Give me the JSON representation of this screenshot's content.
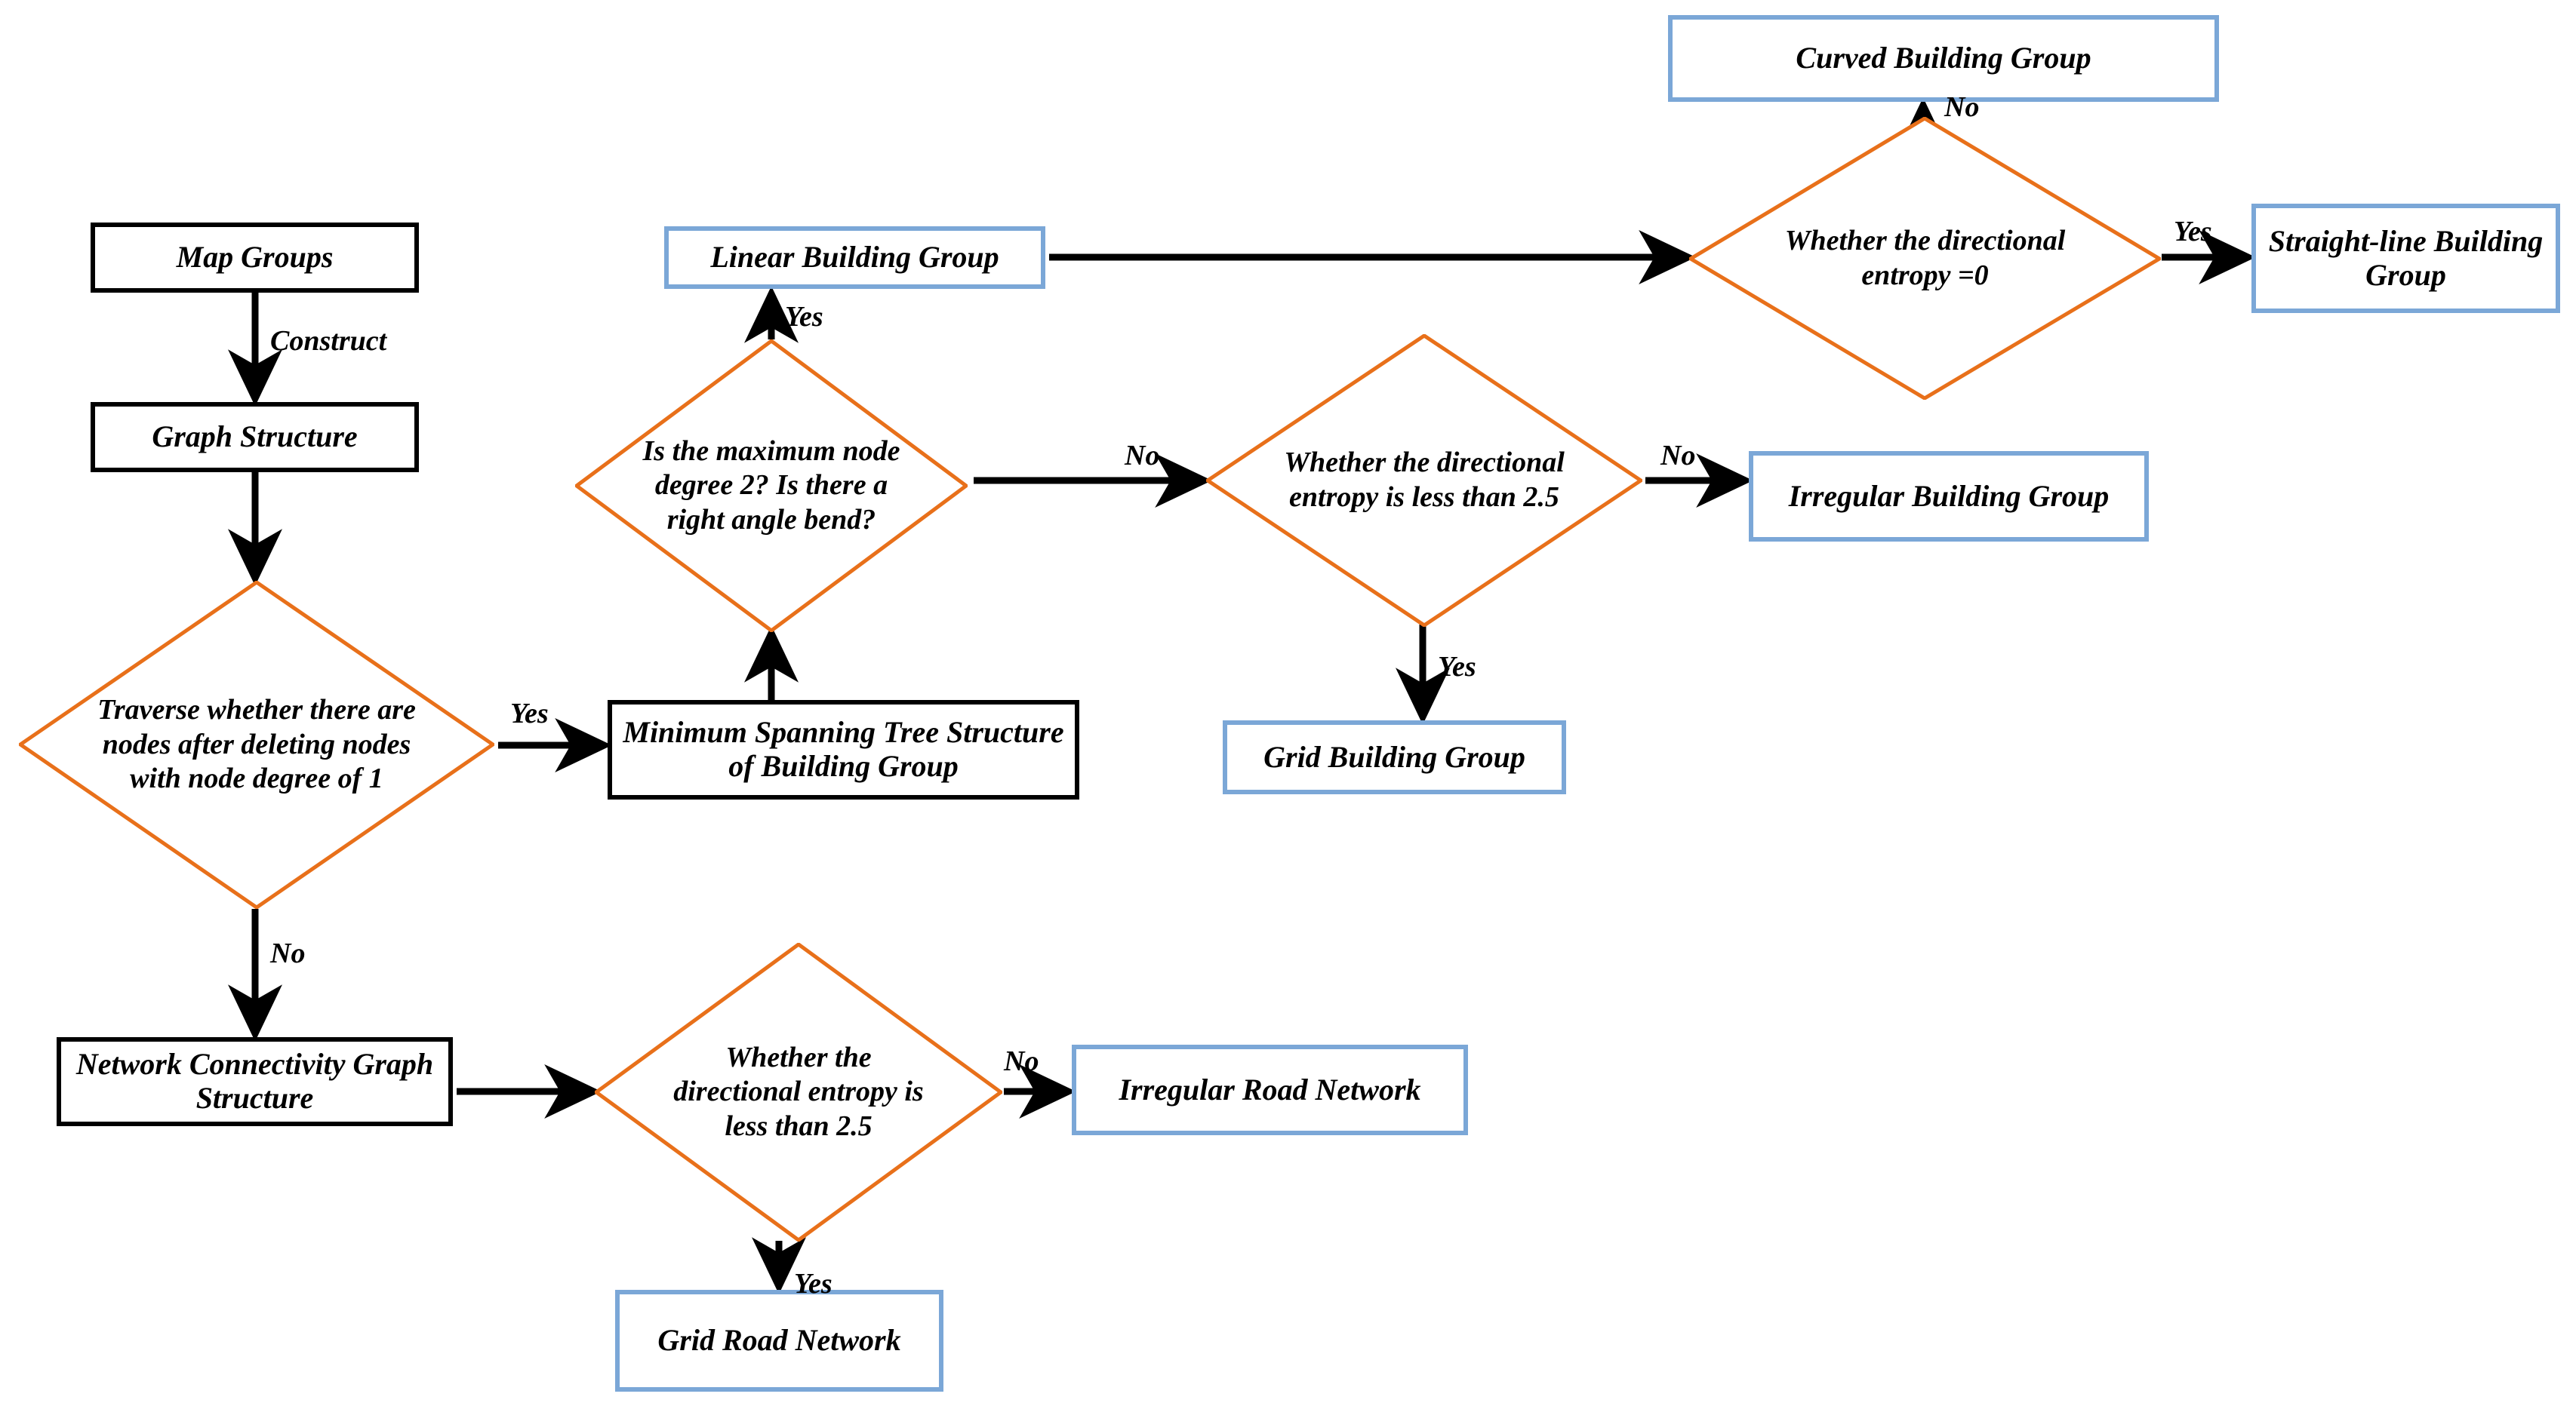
{
  "diagram": {
    "title": "Map group classification flowchart",
    "colors": {
      "diamond_stroke": "#E8701A",
      "process_stroke": "#000000",
      "terminal_stroke": "#7BA7D7",
      "arrow": "#000000",
      "text": "#000000",
      "background": "#FFFFFF"
    }
  },
  "nodes": {
    "map_groups": "Map Groups",
    "graph_structure": "Graph Structure",
    "traverse_decision": "Traverse whether there are nodes after deleting nodes with node degree of 1",
    "network_connectivity": "Network Connectivity Graph Structure",
    "mst_structure": "Minimum Spanning Tree Structure of Building Group",
    "max_degree_decision": "Is the maximum node degree 2? Is there a right angle bend?",
    "linear_building_group": "Linear Building Group",
    "entropy_25_building": "Whether the directional entropy is less than 2.5",
    "irregular_building_group": "Irregular Building Group",
    "grid_building_group": "Grid Building Group",
    "entropy_zero": "Whether the directional entropy =0",
    "curved_building_group": "Curved Building Group",
    "straight_line_building_group": "Straight-line Building Group",
    "entropy_25_road": "Whether the directional entropy is less than 2.5",
    "irregular_road_network": "Irregular Road Network",
    "grid_road_network": "Grid Road Network"
  },
  "edge_labels": {
    "construct": "Construct",
    "traverse_yes": "Yes",
    "traverse_no": "No",
    "maxdeg_yes": "Yes",
    "maxdeg_no": "No",
    "entropy_building_no": "No",
    "entropy_building_yes": "Yes",
    "entropy_zero_no": "No",
    "entropy_zero_yes": "Yes",
    "road_no": "No",
    "road_yes": "Yes"
  }
}
